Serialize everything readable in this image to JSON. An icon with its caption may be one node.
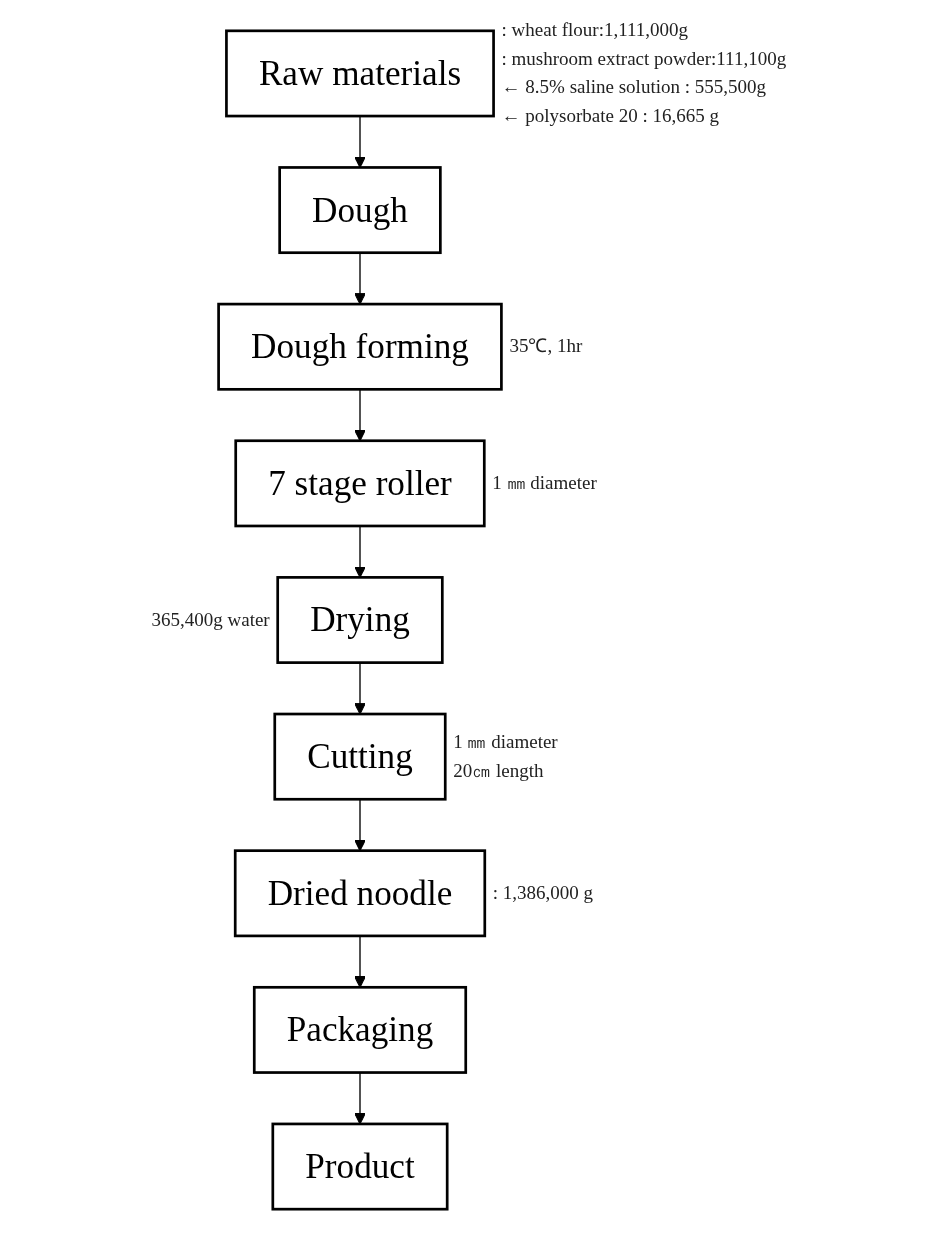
{
  "diagram": {
    "nodes": [
      {
        "text": [
          "Raw materials"
        ],
        "beside": [
          ": wheat flour:1,111,000g",
          ": mushroom extract powder:111,100g",
          "← 8.5% saline solution : 555,500g",
          "← polysorbate 20 : 16,665 g"
        ]
      },
      {
        "text": [
          "Dough"
        ]
      },
      {
        "text": [
          "Dough forming"
        ],
        "beside": [
          "35℃, 1hr"
        ]
      },
      {
        "text": [
          "7 stage roller"
        ],
        "beside": [
          "1 ㎜ diameter"
        ]
      },
      {
        "text": [
          "Drying"
        ],
        "beside": [
          "365,400g water"
        ]
      },
      {
        "text": [
          "Cutting"
        ],
        "beside": [
          "1 ㎜ diameter",
          "20㎝ length"
        ]
      },
      {
        "text": [
          "Dried noodle"
        ],
        "beside": [
          ": 1,386,000 g"
        ]
      },
      {
        "text": [
          "Packaging"
        ]
      },
      {
        "text": [
          "Product"
        ]
      }
    ],
    "edges": [
      {
        "from": 0,
        "to": 1,
        "arrow": "to"
      },
      {
        "from": 1,
        "to": 2,
        "arrow": "to"
      },
      {
        "from": 2,
        "to": 3,
        "arrow": "to"
      },
      {
        "from": 3,
        "to": 4,
        "arrow": "to"
      },
      {
        "from": 4,
        "to": 5,
        "arrow": "to"
      },
      {
        "from": 5,
        "to": 6,
        "arrow": "to"
      },
      {
        "from": 6,
        "to": 7,
        "arrow": "to"
      },
      {
        "from": 7,
        "to": 8,
        "arrow": "to"
      }
    ]
  }
}
